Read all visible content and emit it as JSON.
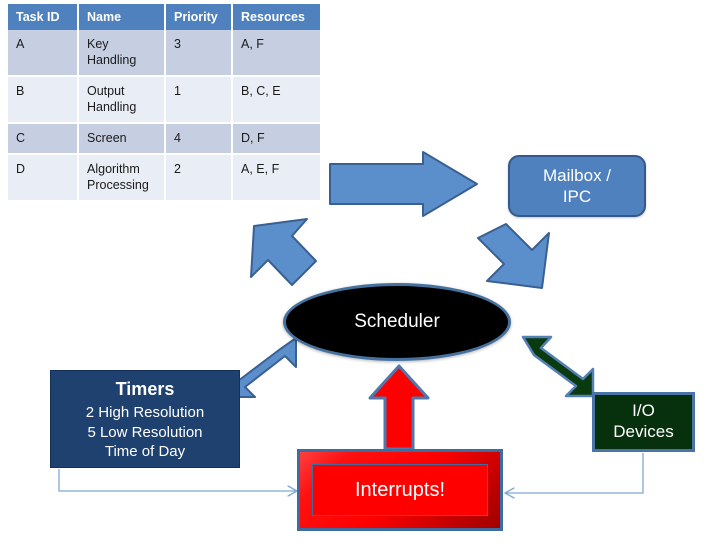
{
  "table": {
    "columns": [
      "Task ID",
      "Name",
      "Priority",
      "Resources"
    ],
    "rows": [
      {
        "id": "A",
        "name": "Key Handling",
        "priority": "3",
        "resources": "A, F"
      },
      {
        "id": "B",
        "name": "Output Handling",
        "priority": "1",
        "resources": "B, C, E"
      },
      {
        "id": "C",
        "name": "Screen",
        "priority": "4",
        "resources": "D, F"
      },
      {
        "id": "D",
        "name": "Algorithm Processing",
        "priority": "2",
        "resources": "A, E, F"
      }
    ]
  },
  "nodes": {
    "mailbox": {
      "line1": "Mailbox /",
      "line2": "IPC"
    },
    "scheduler": {
      "label": "Scheduler"
    },
    "timers": {
      "title": "Timers",
      "line1": "2 High Resolution",
      "line2": "5 Low Resolution",
      "line3": "Time of Day"
    },
    "io_devices": {
      "line1": "I/O",
      "line2": "Devices"
    },
    "interrupts": {
      "label": "Interrupts!"
    }
  },
  "arrows": {
    "to_mailbox": "right-block-arrow-icon",
    "mailbox_to_scheduler": "down-left-block-arrow-icon",
    "scheduler_to_table": "up-left-block-arrow-icon",
    "timers_scheduler": "double-headed-diagonal-arrow-icon",
    "scheduler_io": "green-double-headed-diagonal-arrow-icon",
    "interrupts_to_scheduler": "red-up-block-arrow-icon",
    "timers_to_interrupts": "thin-connector-arrow-icon",
    "io_to_interrupts": "thin-connector-arrow-icon"
  },
  "colors": {
    "table_header": "#4E81BD",
    "table_row_odd": "#C5CFE1",
    "table_row_even": "#E9EDF5",
    "mailbox_fill": "#4E81BD",
    "scheduler_fill": "#000000",
    "timers_fill": "#1F4170",
    "io_fill": "#07300D",
    "interrupts_fill": "#FF0000",
    "blue_arrow": "#5B8FCB",
    "green_arrow": "#0A3A10",
    "red_arrow": "#FF0000",
    "connector_line": "#7FA7D4"
  }
}
